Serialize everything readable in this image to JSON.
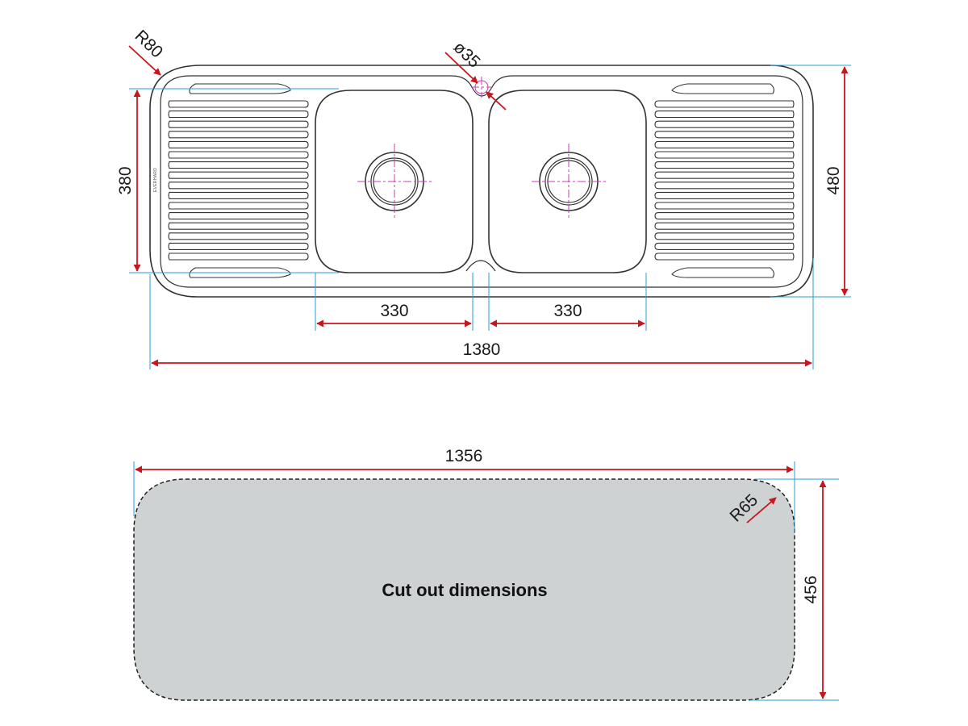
{
  "sink_dimensions": {
    "overall_width": "1380",
    "overall_depth": "480",
    "drainer_depth": "380",
    "bowl_left_width": "330",
    "bowl_right_width": "330",
    "corner_radius": "R80",
    "tap_hole": "ø35"
  },
  "brand_mark": "EVERHARD",
  "cutout": {
    "label": "Cut out dimensions",
    "width": "1356",
    "height": "456",
    "corner_radius": "R65"
  },
  "colors": {
    "dimension_arrow": "#c8161d",
    "extension_line": "#2a9fd6",
    "centerline": "#c43fb2",
    "cutout_fill": "#cfd2d3"
  }
}
